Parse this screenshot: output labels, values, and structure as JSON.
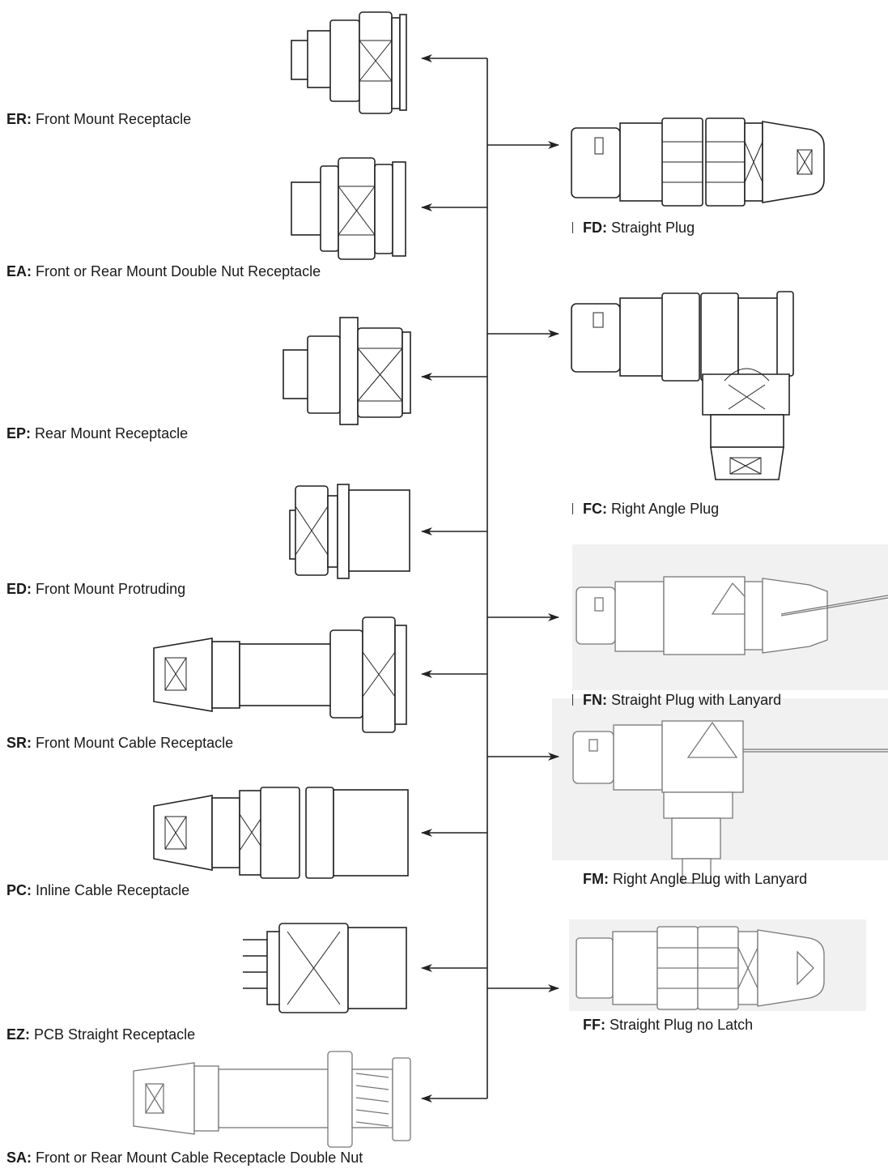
{
  "left_connectors": [
    {
      "code": "ER:",
      "name": "Front Mount Receptacle"
    },
    {
      "code": "EA:",
      "name": "Front or Rear Mount Double Nut Receptacle"
    },
    {
      "code": "EP:",
      "name": "Rear Mount Receptacle"
    },
    {
      "code": "ED:",
      "name": "Front Mount Protruding"
    },
    {
      "code": "SR:",
      "name": "Front Mount Cable Receptacle"
    },
    {
      "code": "PC:",
      "name": "Inline Cable Receptacle"
    },
    {
      "code": "EZ:",
      "name": "PCB Straight Receptacle"
    },
    {
      "code": "SA:",
      "name": "Front or Rear Mount Cable Receptacle Double Nut"
    }
  ],
  "right_connectors": [
    {
      "code": "FD:",
      "name": "Straight Plug"
    },
    {
      "code": "FC:",
      "name": "Right Angle Plug"
    },
    {
      "code": "FN:",
      "name": "Straight Plug with Lanyard"
    },
    {
      "code": "FM:",
      "name": "Right Angle Plug with Lanyard"
    },
    {
      "code": "FF:",
      "name": "Straight Plug no Latch"
    }
  ],
  "colors": {
    "line": "#222222",
    "photo_background": "#f1f1f1"
  }
}
